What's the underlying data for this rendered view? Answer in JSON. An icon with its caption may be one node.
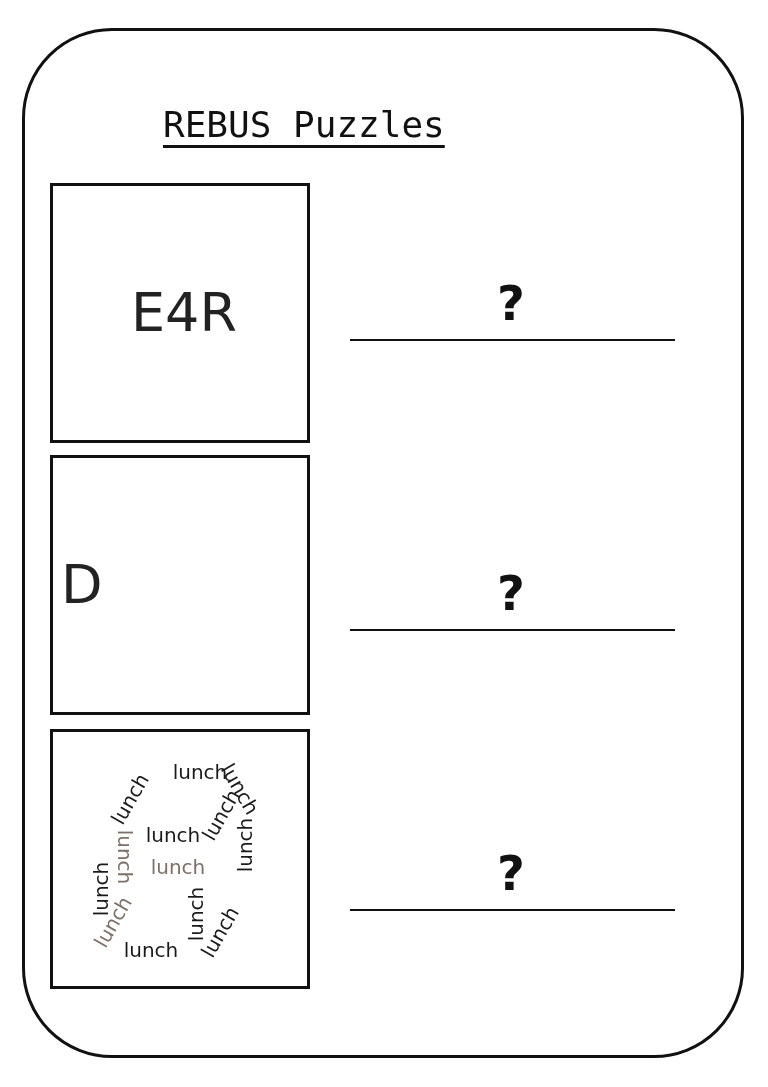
{
  "diagram": {
    "title": "REBUS Puzzles",
    "nodes": [
      {
        "text": [
          "E4R"
        ]
      },
      {
        "text": [
          "D"
        ]
      },
      {
        "text": [
          "lunch",
          "lunch",
          "lunch",
          "lunch",
          "lunch",
          "lunch",
          "lunch",
          "lunch",
          "lunch",
          "lunch",
          "lunch",
          "lunch",
          "lunch"
        ]
      }
    ],
    "edges": [],
    "labels": [
      "?",
      "?",
      "?"
    ]
  }
}
